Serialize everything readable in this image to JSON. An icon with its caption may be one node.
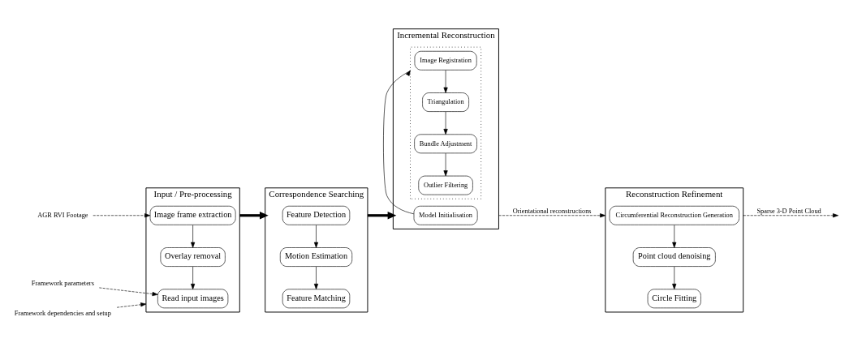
{
  "diagram": {
    "nodes": [
      {
        "text": [
          "Input / Pre-processing"
        ]
      },
      {
        "text": [
          "Image frame extraction"
        ],
        "in": 0
      },
      {
        "text": [
          "Overlay removal"
        ],
        "in": 0
      },
      {
        "text": [
          "Read input images"
        ],
        "in": 0
      },
      {
        "text": [
          "Correspondence Searching"
        ]
      },
      {
        "text": [
          "Feature Detection"
        ],
        "in": 4
      },
      {
        "text": [
          "Motion Estimation"
        ],
        "in": 4
      },
      {
        "text": [
          "Feature Matching"
        ],
        "in": 4
      },
      {
        "text": [
          "Incremental Reconstruction"
        ]
      },
      {
        "text": [
          "Model Initialisation"
        ],
        "in": 8
      },
      {
        "text": [],
        "shape": "box",
        "in": 8
      },
      {
        "text": [
          "Image Registration"
        ],
        "in": 10
      },
      {
        "text": [
          "Triangulation"
        ],
        "in": 10
      },
      {
        "text": [
          "Bundle Adjustment"
        ],
        "in": 10
      },
      {
        "text": [
          "Outlier Filtering"
        ],
        "in": 10
      },
      {
        "text": [
          "Reconstruction Refinement"
        ]
      },
      {
        "text": [
          "Circumferential Reconstruction Generation"
        ],
        "in": 15
      },
      {
        "text": [
          "Point cloud denoising"
        ],
        "in": 15
      },
      {
        "text": [
          "Circle Fitting"
        ],
        "in": 15
      },
      {
        "text": [
          "AGR RVI Footage"
        ]
      },
      {
        "text": [
          "Framework parameters"
        ]
      },
      {
        "text": [
          "Framework dependencies and setup"
        ]
      }
    ],
    "edges": [
      {
        "from": 19,
        "to": 1,
        "arrow": "to",
        "style": "dashed"
      },
      {
        "from": 20,
        "to": 3,
        "arrow": "to",
        "style": "dashed"
      },
      {
        "from": 21,
        "to": 0,
        "arrow": "to",
        "style": "dashed"
      },
      {
        "from": 1,
        "to": 2,
        "arrow": "to"
      },
      {
        "from": 2,
        "to": 3,
        "arrow": "to"
      },
      {
        "from": 0,
        "to": 4,
        "arrow": "to",
        "style": "thick"
      },
      {
        "from": 5,
        "to": 6,
        "arrow": "to"
      },
      {
        "from": 6,
        "to": 7,
        "arrow": "to"
      },
      {
        "from": 4,
        "to": 8,
        "arrow": "to",
        "style": "thick"
      },
      {
        "from": 9,
        "to": 10,
        "arrow": "to"
      },
      {
        "from": 11,
        "to": 12,
        "arrow": "to"
      },
      {
        "from": 12,
        "to": 13,
        "arrow": "to"
      },
      {
        "from": 13,
        "to": 14,
        "arrow": "to"
      },
      {
        "from": 8,
        "to": 15,
        "arrow": "to",
        "style": "dashed",
        "label": "Orientational reconstructions"
      },
      {
        "from": 16,
        "to": 17,
        "arrow": "to"
      },
      {
        "from": 17,
        "to": 18,
        "arrow": "to"
      },
      {
        "from": 15,
        "to": null,
        "arrow": "to",
        "style": "dashed",
        "label": "Sparse 3-D Point Cloud"
      }
    ]
  }
}
